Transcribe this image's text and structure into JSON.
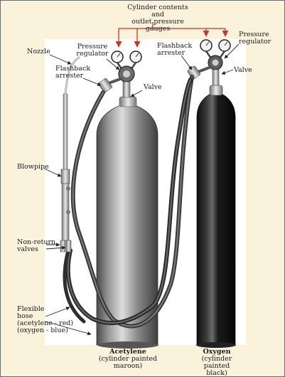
{
  "labels": {
    "gauges_top": [
      "Cylinder contents and",
      "outlet pressure gauges"
    ],
    "nozzle": [
      "Nozzle"
    ],
    "pressure_regulator_left": [
      "Pressure",
      "regulator"
    ],
    "flashback_left": [
      "Flashback",
      "arrester"
    ],
    "valve_left": [
      "Valve"
    ],
    "flashback_right": [
      "Flashback",
      "arrester"
    ],
    "pressure_regulator_right": [
      "Pressure",
      "regulator"
    ],
    "valve_right": [
      "Valve"
    ],
    "blowpipe": [
      "Blowpipe"
    ],
    "non_return": [
      "Non-return",
      "valves"
    ],
    "hose": [
      "Flexible",
      "hose",
      "(acetylene - red)",
      "(oxygen - blue)"
    ],
    "acetylene_title": "Acetylene",
    "acetylene_desc": [
      "(cylinder painted",
      "maroon)"
    ],
    "oxygen_title": "Oxygen",
    "oxygen_desc": [
      "(cylinder painted",
      "black)"
    ]
  },
  "colors": {
    "background": "#fbf2dc",
    "panel": "#ffffff",
    "arrows": "#c0392b",
    "acetylene_cylinder": "#8c8c8c",
    "oxygen_cylinder": "#1c1c1c",
    "hose": "#4a4a4a"
  }
}
